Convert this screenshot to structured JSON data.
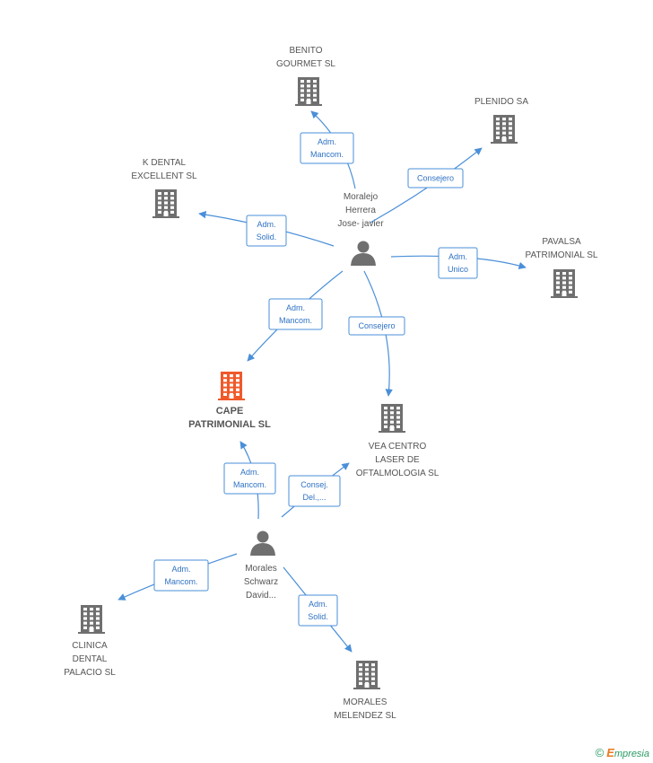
{
  "colors": {
    "edge": "#4a8fd8",
    "building": "#6f6f6f",
    "focus_building": "#f0592a",
    "person": "#6f6f6f"
  },
  "nodes": [
    {
      "id": "benito",
      "type": "company",
      "icon": "building-icon",
      "label": [
        "BENITO",
        "GOURMET SL"
      ]
    },
    {
      "id": "plenido",
      "type": "company",
      "icon": "building-icon",
      "label": [
        "PLENIDO SA"
      ]
    },
    {
      "id": "kdental",
      "type": "company",
      "icon": "building-icon",
      "label": [
        "K DENTAL",
        "EXCELLENT  SL"
      ]
    },
    {
      "id": "moralejo",
      "type": "person",
      "icon": "person-icon",
      "label": [
        "Moralejo",
        "Herrera",
        "Jose- javier"
      ]
    },
    {
      "id": "pavalsa",
      "type": "company",
      "icon": "building-icon",
      "label": [
        "PAVALSA",
        "PATRIMONIAL SL"
      ]
    },
    {
      "id": "cape",
      "type": "company",
      "icon": "building-icon",
      "focus": true,
      "label": [
        "CAPE",
        "PATRIMONIAL SL"
      ]
    },
    {
      "id": "vea",
      "type": "company",
      "icon": "building-icon",
      "label": [
        "VEA CENTRO",
        "LASER DE",
        "OFTALMOLOGIA SL"
      ]
    },
    {
      "id": "morales",
      "type": "person",
      "icon": "person-icon",
      "label": [
        "Morales",
        "Schwarz",
        "David..."
      ]
    },
    {
      "id": "clinica",
      "type": "company",
      "icon": "building-icon",
      "label": [
        "CLINICA",
        "DENTAL",
        "PALACIO  SL"
      ]
    },
    {
      "id": "moralesmel",
      "type": "company",
      "icon": "building-icon",
      "label": [
        "MORALES",
        "MELENDEZ SL"
      ]
    }
  ],
  "edges": [
    {
      "from": "moralejo",
      "to": "benito",
      "label": [
        "Adm.",
        "Mancom."
      ]
    },
    {
      "from": "moralejo",
      "to": "plenido",
      "label": [
        "Consejero"
      ]
    },
    {
      "from": "moralejo",
      "to": "kdental",
      "label": [
        "Adm.",
        "Solid."
      ]
    },
    {
      "from": "moralejo",
      "to": "pavalsa",
      "label": [
        "Adm.",
        "Unico"
      ]
    },
    {
      "from": "moralejo",
      "to": "cape",
      "label": [
        "Adm.",
        "Mancom."
      ]
    },
    {
      "from": "moralejo",
      "to": "vea",
      "label": [
        "Consejero"
      ]
    },
    {
      "from": "morales",
      "to": "cape",
      "label": [
        "Adm.",
        "Mancom."
      ]
    },
    {
      "from": "morales",
      "to": "vea",
      "label": [
        "Consej.",
        "Del.,..."
      ]
    },
    {
      "from": "morales",
      "to": "clinica",
      "label": [
        "Adm.",
        "Mancom."
      ]
    },
    {
      "from": "morales",
      "to": "moralesmel",
      "label": [
        "Adm.",
        "Solid."
      ]
    }
  ],
  "footer": {
    "copyright": "©",
    "brand_first": "E",
    "brand_rest": "mpresia"
  }
}
